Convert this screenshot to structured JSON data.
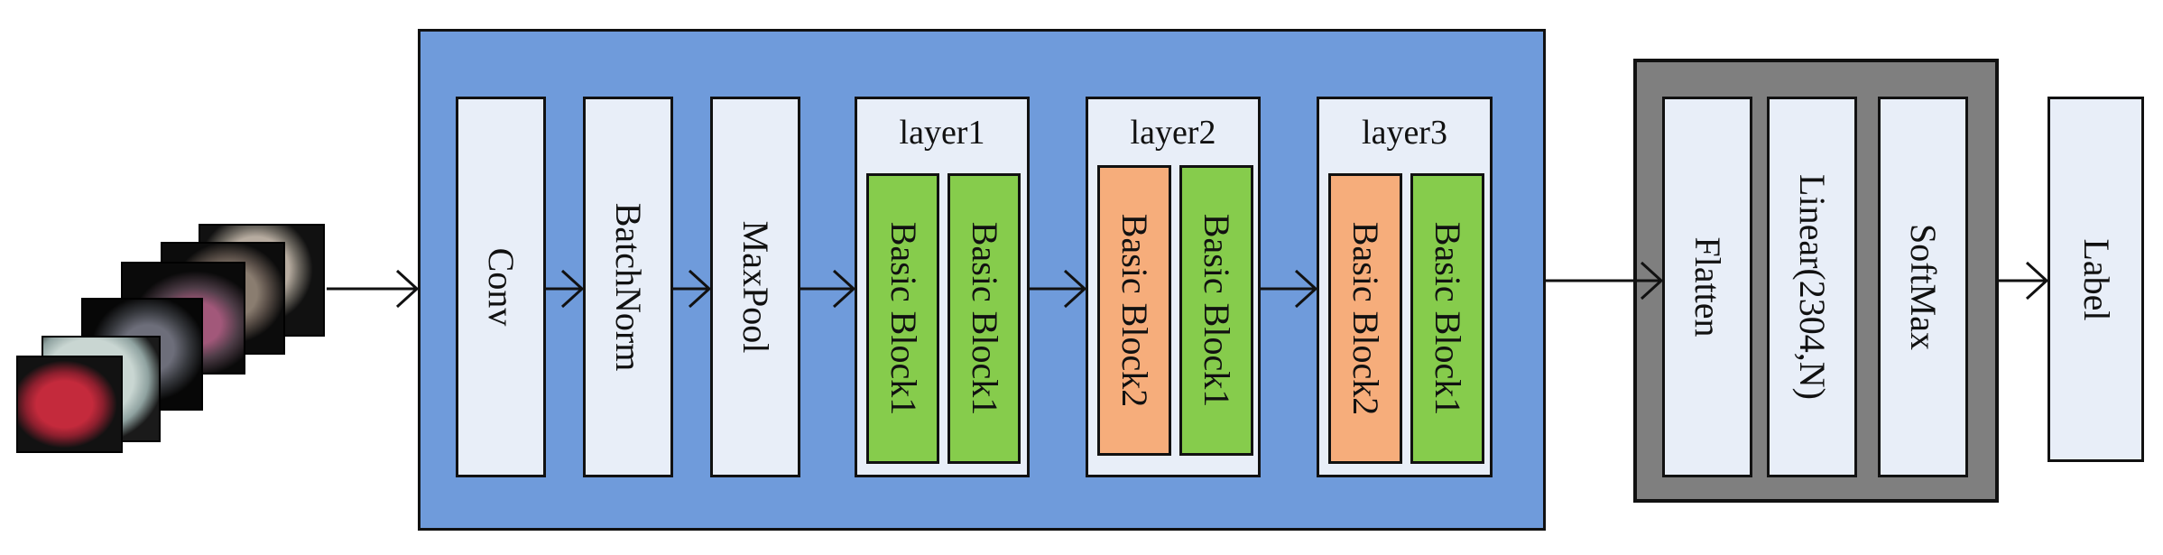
{
  "input_images": {
    "icon": "satellite-image-stack-icon",
    "count": 6
  },
  "backbone": {
    "color": "#6f9bdb",
    "blocks": [
      {
        "label": "Conv"
      },
      {
        "label": "BatchNorm"
      },
      {
        "label": "MaxPool"
      }
    ],
    "layers": [
      {
        "title": "layer1",
        "blocks": [
          {
            "label": "Basic Block1",
            "kind": "green"
          },
          {
            "label": "Basic Block1",
            "kind": "green"
          }
        ]
      },
      {
        "title": "layer2",
        "blocks": [
          {
            "label": "Basic Block2",
            "kind": "orange"
          },
          {
            "label": "Basic Block1",
            "kind": "green"
          }
        ]
      },
      {
        "title": "layer3",
        "blocks": [
          {
            "label": "Basic Block2",
            "kind": "orange"
          },
          {
            "label": "Basic Block1",
            "kind": "green"
          }
        ]
      }
    ]
  },
  "head": {
    "color": "#7f7f7f",
    "blocks": [
      {
        "label": "Flatten"
      },
      {
        "label": "Linear(2304,N)"
      },
      {
        "label": "SoftMax"
      }
    ]
  },
  "output": {
    "label": "Label"
  },
  "colors": {
    "green": "#86cc4c",
    "orange": "#f6ad7b",
    "white_block": "#e8eef8",
    "line": "#111111"
  }
}
